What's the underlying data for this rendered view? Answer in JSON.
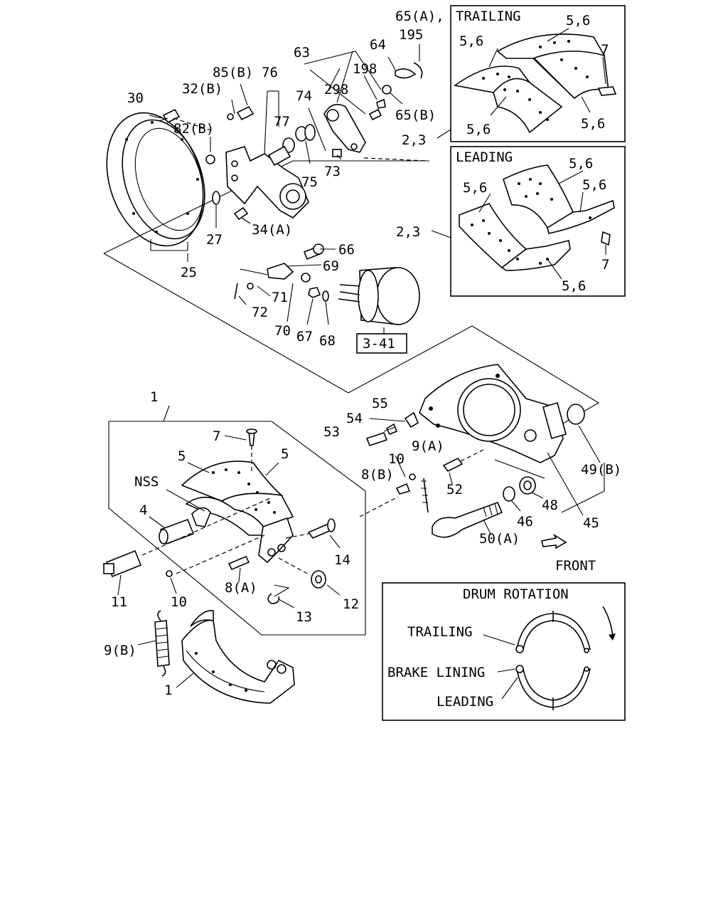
{
  "callouts": {
    "trailing_panel": {
      "title": "TRAILING",
      "labels": [
        "65(A),",
        "195",
        "5,6",
        "5,6",
        "7",
        "5,6",
        "5,6"
      ],
      "ref": "2,3"
    },
    "leading_panel": {
      "title": "LEADING",
      "labels": [
        "5,6",
        "5,6",
        "5,6",
        "7",
        "5,6"
      ],
      "ref": "2,3"
    },
    "backing_plate": [
      "30",
      "32(B)",
      "85(B)",
      "76",
      "82(B)",
      "77",
      "63",
      "74",
      "298",
      "198",
      "64",
      "65(B)",
      "75",
      "73",
      "34(A)",
      "27",
      "25"
    ],
    "chamber": [
      "66",
      "69",
      "71",
      "72",
      "70",
      "67",
      "68"
    ],
    "chamber_ref": "3-41",
    "housing": [
      "55",
      "54",
      "53",
      "10",
      "9(A)",
      "8(B)",
      "52",
      "49(B)",
      "48",
      "46",
      "45",
      "50(A)"
    ],
    "front": "FRONT",
    "shoe_assy": [
      "1",
      "7",
      "5",
      "5",
      "NSS",
      "4",
      "11",
      "10",
      "8(A)",
      "14",
      "12",
      "13"
    ],
    "shoe": [
      "9(B)",
      "1"
    ]
  },
  "legend": {
    "title": "DRUM ROTATION",
    "trailing": "TRAILING",
    "brake_lining": "BRAKE LINING",
    "leading": "LEADING"
  }
}
